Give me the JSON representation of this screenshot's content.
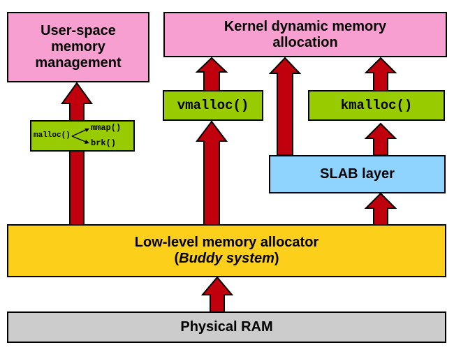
{
  "boxes": {
    "user_space": {
      "line1": "User-space",
      "line2": "memory",
      "line3": "management"
    },
    "kernel_dynamic": {
      "line1": "Kernel dynamic memory",
      "line2": "allocation"
    },
    "vmalloc": "vmalloc()",
    "kmalloc": "kmalloc()",
    "malloc": {
      "caller": "malloc()",
      "target1": "mmap()",
      "target2": "brk()"
    },
    "slab": "SLAB layer",
    "low_level": {
      "line1": "Low-level memory allocator",
      "paren_open": "(",
      "line2": "Buddy system",
      "paren_close": ")"
    },
    "physical_ram": "Physical RAM"
  },
  "colors": {
    "pink": "#f79fd0",
    "green": "#99cc00",
    "blue": "#8fd3ff",
    "yellow": "#fccf1a",
    "gray": "#cccccc",
    "arrow_fill": "#c0000c"
  }
}
